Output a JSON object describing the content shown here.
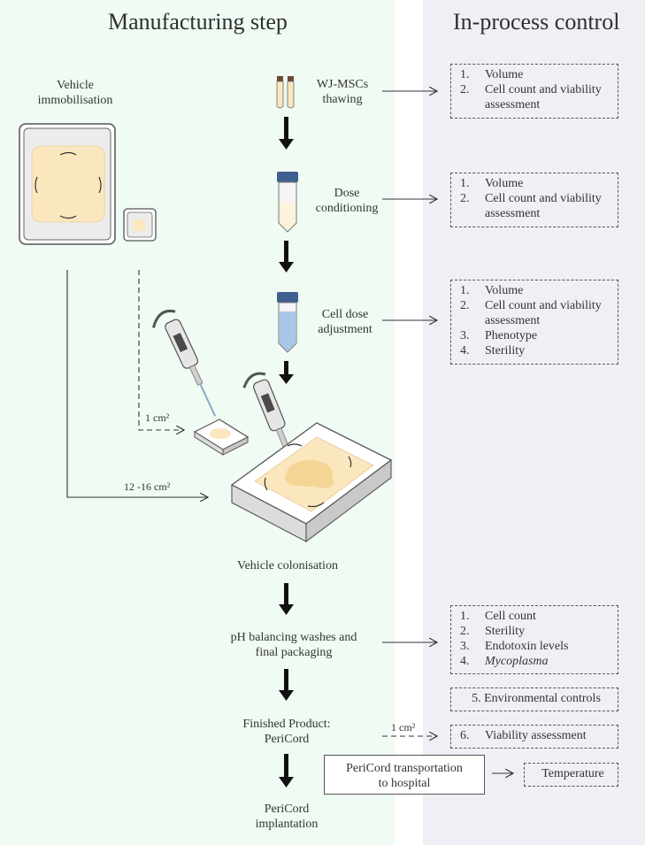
{
  "headings": {
    "left": "Manufacturing step",
    "right": "In-process control"
  },
  "steps": {
    "thawing": [
      "WJ-MSCs",
      "thawing"
    ],
    "dose_conditioning": [
      "Dose",
      "conditioning"
    ],
    "cell_dose_adjustment": [
      "Cell dose",
      "adjustment"
    ],
    "vehicle_immobilisation": [
      "Vehicle",
      "immobilisation"
    ],
    "vehicle_colonisation": "Vehicle colonisation",
    "ph_washes": [
      "pH balancing washes and",
      "final packaging"
    ],
    "finished_product": [
      "Finished Product:",
      "PeriCord"
    ],
    "implantation": [
      "PeriCord",
      "implantation"
    ],
    "transportation": [
      "PeriCord transportation",
      "to hospital"
    ]
  },
  "area_labels": {
    "small": "1 cm²",
    "large": "12 -16 cm²",
    "finished_sample": "1 cm²"
  },
  "controls": {
    "thawing": [
      {
        "num": "1.",
        "text": "Volume"
      },
      {
        "num": "2.",
        "text": "Cell count and viability assessment"
      }
    ],
    "dose_conditioning": [
      {
        "num": "1.",
        "text": "Volume"
      },
      {
        "num": "2.",
        "text": "Cell count and viability assessment"
      }
    ],
    "cell_dose_adjustment": [
      {
        "num": "1.",
        "text": "Volume"
      },
      {
        "num": "2.",
        "text": "Cell count and viability assessment"
      },
      {
        "num": "3.",
        "text": "Phenotype"
      },
      {
        "num": "4.",
        "text": "Sterility"
      }
    ],
    "ph_washes": [
      {
        "num": "1.",
        "text": "Cell count"
      },
      {
        "num": "2.",
        "text": "Sterility"
      },
      {
        "num": "3.",
        "text": "Endotoxin levels"
      },
      {
        "num": "4.",
        "text": "Mycoplasma"
      }
    ],
    "environmental": "5. Environmental controls",
    "viability": {
      "num": "6.",
      "text": "Viability assessment"
    },
    "temperature": "Temperature"
  },
  "colors": {
    "left_panel": "#effbf3",
    "right_panel": "#f1eff6",
    "gel": "#fbe7be",
    "tube_cap": "#3f5f8f"
  }
}
